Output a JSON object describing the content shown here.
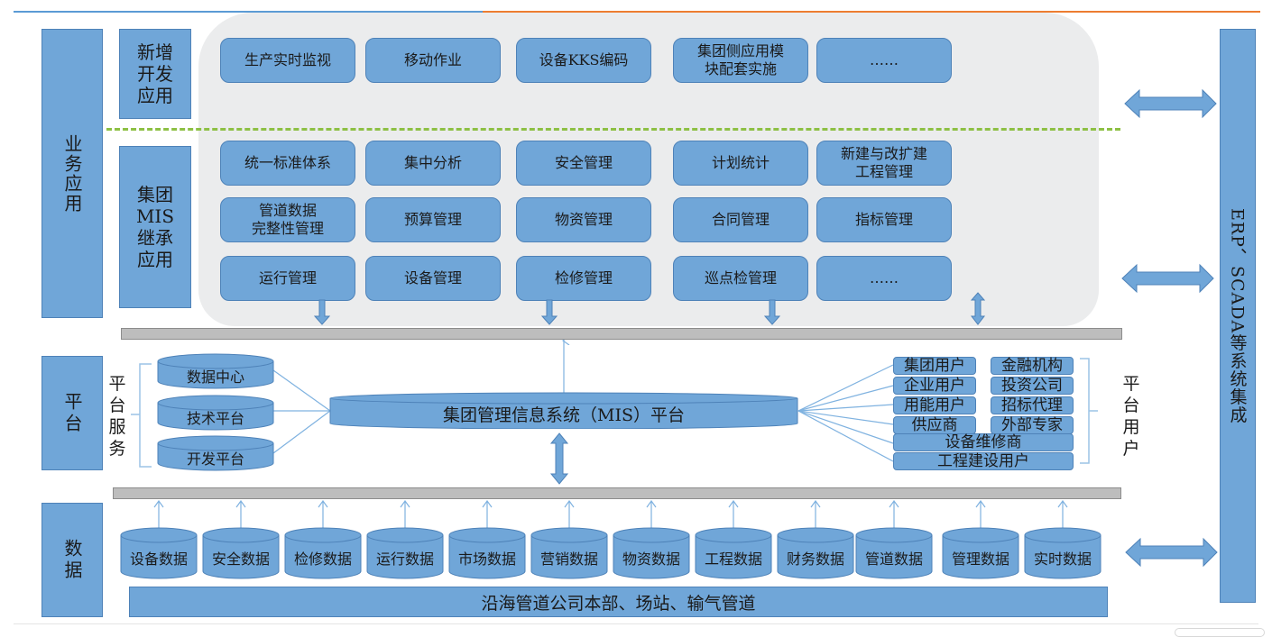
{
  "colors": {
    "box_fill": "#70a6d8",
    "box_border": "#4e82b8",
    "panel_bg": "#ebeced",
    "divider_dash": "#8dc044",
    "bus_bar": "#bdbdbd",
    "top_line_blue": "#5b9bd5",
    "top_line_orange": "#ed7d31"
  },
  "layers": {
    "business": "业务应用",
    "platform": "平台",
    "data": "数据"
  },
  "groups": {
    "new_dev": [
      "新增",
      "开发",
      "应用"
    ],
    "inherited": [
      "集团",
      "MIS",
      "继承",
      "应用"
    ]
  },
  "new_apps": [
    "生产实时监视",
    "移动作业",
    "设备KKS编码",
    "集团侧应用模\n块配套实施",
    "……"
  ],
  "mis_apps": [
    [
      "统一标准体系",
      "集中分析",
      "安全管理",
      "计划统计",
      "新建与改扩建\n工程管理"
    ],
    [
      "管道数据\n完整性管理",
      "预算管理",
      "物资管理",
      "合同管理",
      "指标管理"
    ],
    [
      "运行管理",
      "设备管理",
      "检修管理",
      "巡点检管理",
      "……"
    ]
  ],
  "platform_services": {
    "label": [
      "平",
      "台",
      "服",
      "务"
    ],
    "items": [
      "数据中心",
      "技术平台",
      "开发平台"
    ]
  },
  "mis_platform": "集团管理信息系统（MIS）平台",
  "platform_users": {
    "label": [
      "平",
      "台",
      "用",
      "户"
    ],
    "left": [
      "集团用户",
      "企业用户",
      "用能用户",
      "供应商"
    ],
    "right": [
      "金融机构",
      "投资公司",
      "招标代理",
      "外部专家"
    ],
    "wide": [
      "设备维修商",
      "工程建设用户"
    ]
  },
  "data_stores": [
    "设备数据",
    "安全数据",
    "检修数据",
    "运行数据",
    "市场数据",
    "营销数据",
    "物资数据",
    "工程数据",
    "财务数据",
    "管道数据",
    "管理数据",
    "实时数据"
  ],
  "data_source": "沿海管道公司本部、场站、输气管道",
  "integration": "ERP、SCADA等系统集成"
}
